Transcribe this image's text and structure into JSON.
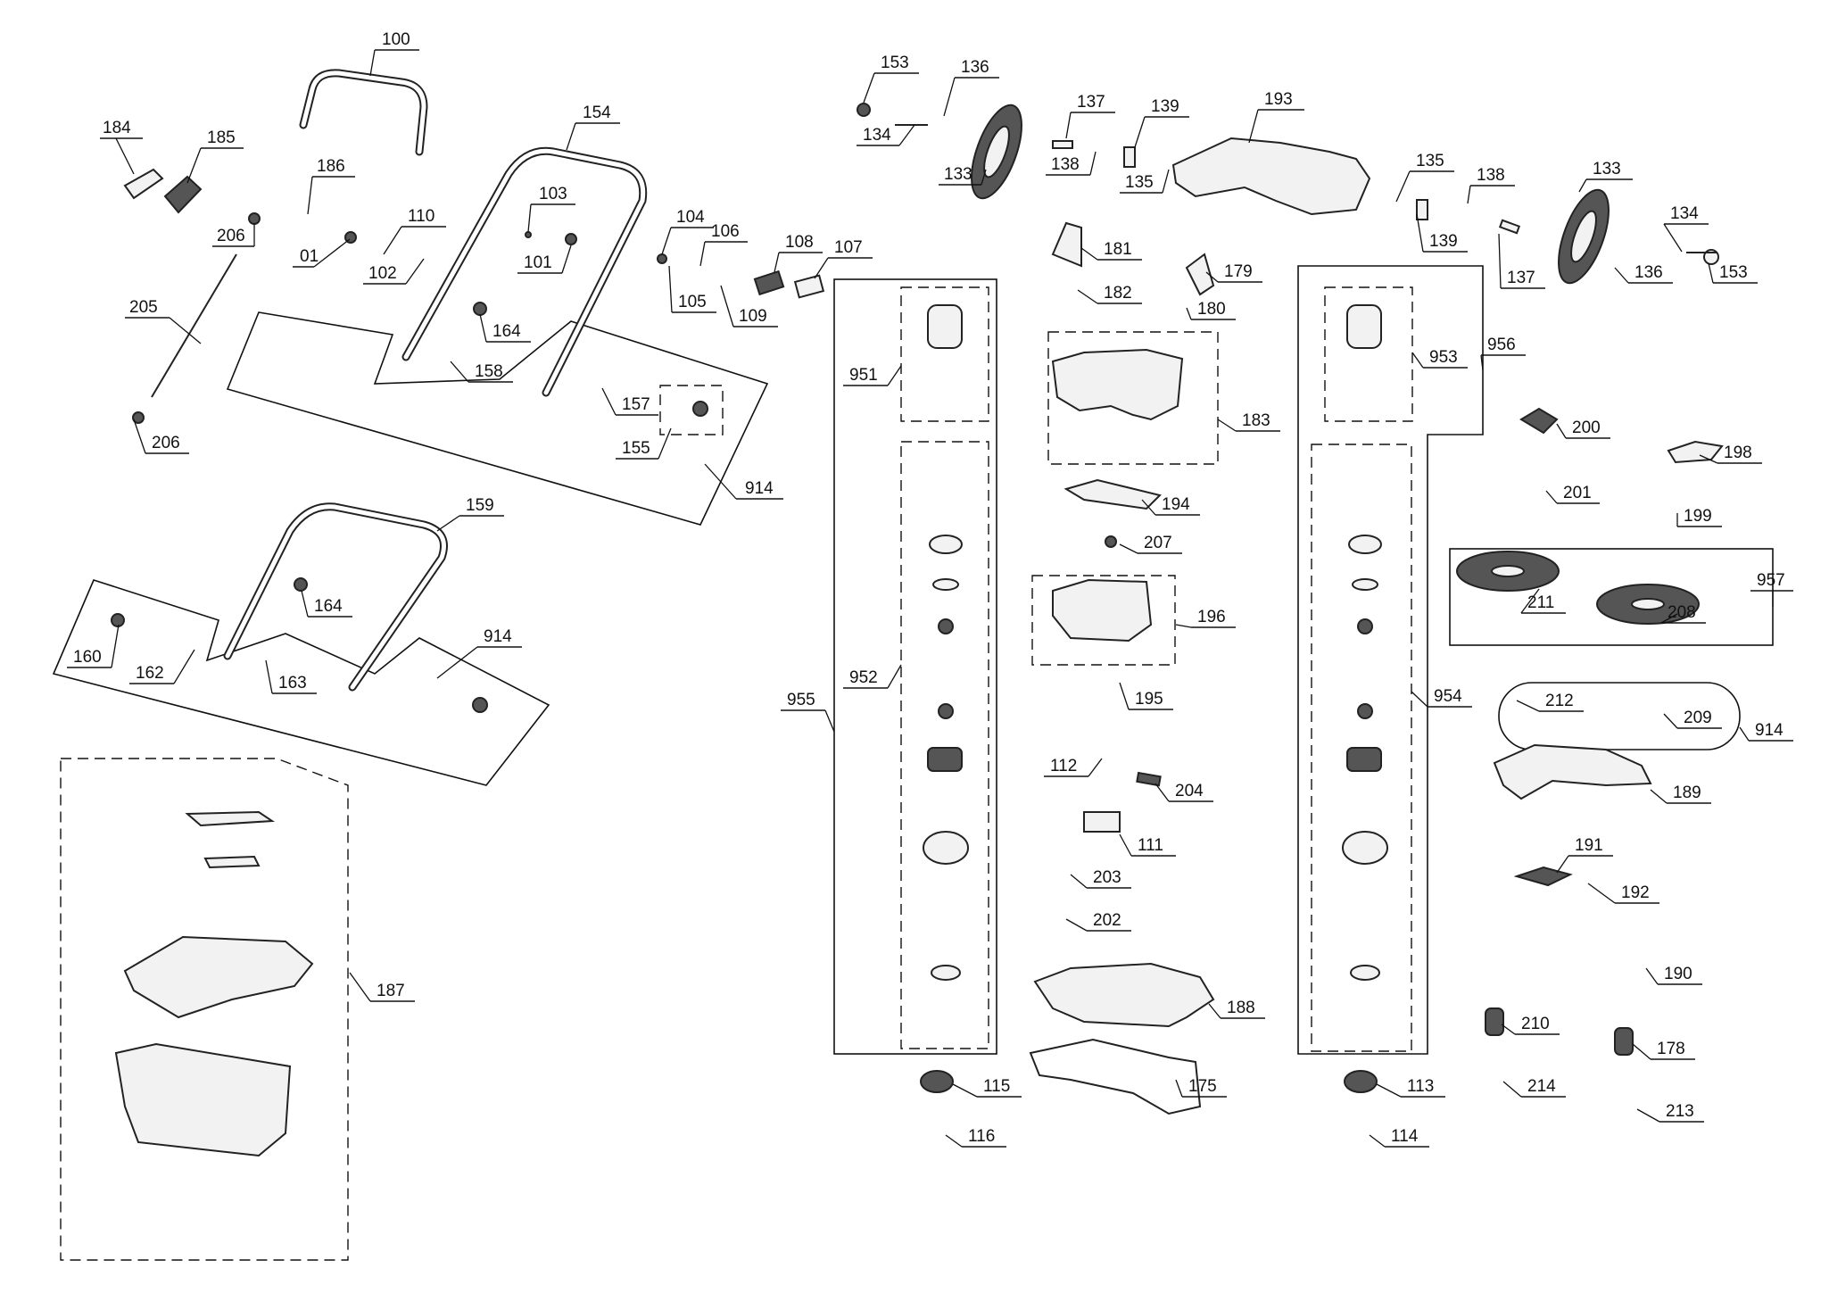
{
  "labels": {
    "l100": "100",
    "l154": "154",
    "l184": "184",
    "l185": "185",
    "l186": "186",
    "l206a": "206",
    "l01": "01",
    "l110": "110",
    "l102": "102",
    "l103": "103",
    "l101": "101",
    "l104": "104",
    "l106": "106",
    "l108": "108",
    "l107": "107",
    "l105": "105",
    "l109": "109",
    "l205": "205",
    "l164a": "164",
    "l158": "158",
    "l157": "157",
    "l155": "155",
    "l206b": "206",
    "l914a": "914",
    "l159": "159",
    "l164b": "164",
    "l914b": "914",
    "l160": "160",
    "l162": "162",
    "l163": "163",
    "l187": "187",
    "l153a": "153",
    "l136a": "136",
    "l134a": "134",
    "l133a": "133",
    "l137a": "137",
    "l138a": "138",
    "l139a": "139",
    "l135a": "135",
    "l193": "193",
    "l135b": "135",
    "l138b": "138",
    "l133b": "133",
    "l139b": "139",
    "l137b": "137",
    "l134b": "134",
    "l136b": "136",
    "l153b": "153",
    "l181": "181",
    "l182": "182",
    "l179": "179",
    "l180": "180",
    "l951": "951",
    "l953": "953",
    "l956": "956",
    "l183": "183",
    "l200": "200",
    "l198": "198",
    "l201": "201",
    "l199": "199",
    "l194": "194",
    "l207": "207",
    "l957": "957",
    "l211": "211",
    "l208": "208",
    "l196": "196",
    "l955": "955",
    "l952": "952",
    "l954": "954",
    "l195": "195",
    "l212": "212",
    "l209": "209",
    "l914c": "914",
    "l112": "112",
    "l204": "204",
    "l189": "189",
    "l111": "111",
    "l191": "191",
    "l203": "203",
    "l192": "192",
    "l202": "202",
    "l190": "190",
    "l188": "188",
    "l210": "210",
    "l178": "178",
    "l115": "115",
    "l175": "175",
    "l113": "113",
    "l214": "214",
    "l213": "213",
    "l116": "116",
    "l114": "114"
  }
}
